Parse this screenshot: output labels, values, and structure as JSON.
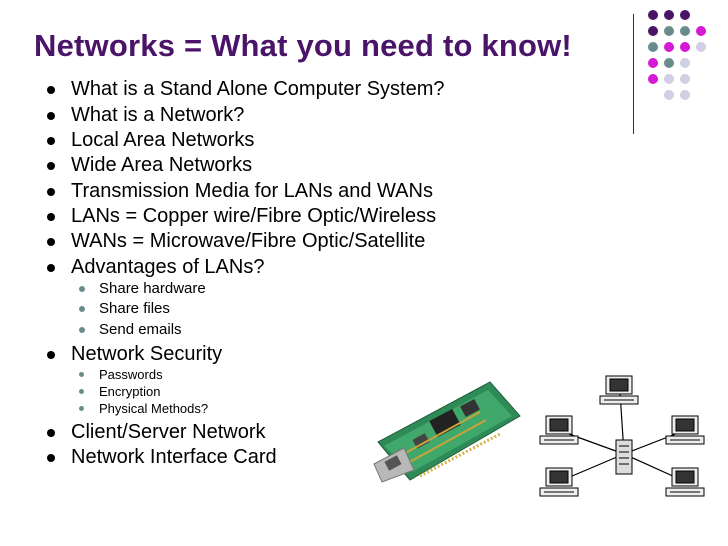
{
  "slide": {
    "title": "Networks = What you need to know!",
    "bullets": [
      {
        "level": 1,
        "text": "What is a Stand Alone Computer System?"
      },
      {
        "level": 1,
        "text": "What is a Network?"
      },
      {
        "level": 1,
        "text": "Local Area Networks"
      },
      {
        "level": 1,
        "text": "Wide Area Networks"
      },
      {
        "level": 1,
        "text": "Transmission Media for LANs and WANs"
      },
      {
        "level": 1,
        "text": "LANs = Copper wire/Fibre Optic/Wireless"
      },
      {
        "level": 1,
        "text": "WANs = Microwave/Fibre Optic/Satellite"
      },
      {
        "level": 1,
        "text": "Advantages of LANs?"
      },
      {
        "level": 2,
        "text": "Share hardware"
      },
      {
        "level": 2,
        "text": "Share files"
      },
      {
        "level": 2,
        "text": "Send emails"
      },
      {
        "level": 1,
        "text": "Network Security"
      },
      {
        "level": 3,
        "text": "Passwords"
      },
      {
        "level": 3,
        "text": "Encryption"
      },
      {
        "level": 3,
        "text": "Physical Methods?"
      },
      {
        "level": 1,
        "text": "Client/Server Network"
      },
      {
        "level": 1,
        "text": "Network Interface Card"
      }
    ]
  },
  "colors": {
    "title": "#4a1468",
    "purple": "#4a1468",
    "teal": "#6b8c8c",
    "magenta": "#d41ad4",
    "lavender": "#cfcfe6"
  },
  "images": {
    "nic": "network-interface-card-icon",
    "network": "client-server-network-icon"
  }
}
